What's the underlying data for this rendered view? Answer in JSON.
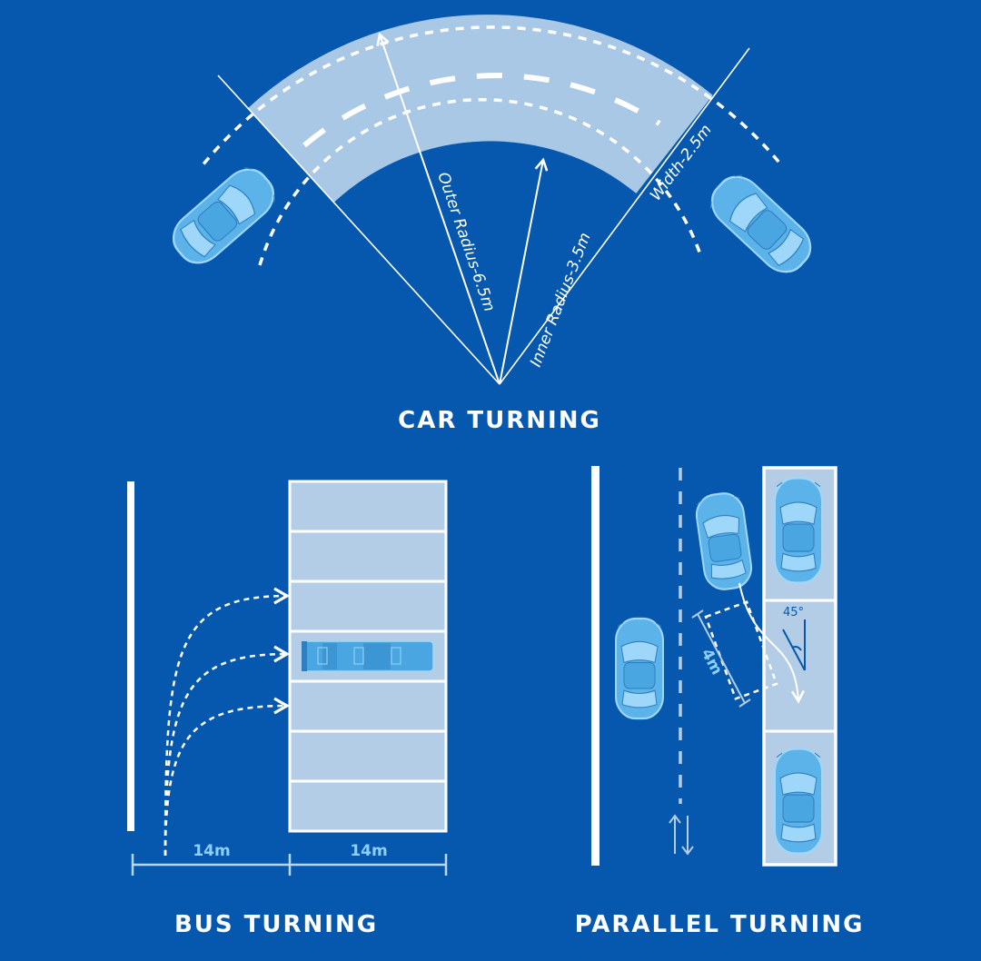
{
  "sections": {
    "car_turning": {
      "title": "CAR TURNING",
      "outer_radius_label": "Outer Radius-6.5m",
      "inner_radius_label": "Inner Radius-3.5m",
      "width_label": "Width-2.5m"
    },
    "bus_turning": {
      "title": "BUS TURNING",
      "dim_left": "14m",
      "dim_right": "14m"
    },
    "parallel_turning": {
      "title": "PARALLEL TURNING",
      "length_label": "4m",
      "angle_label": "45°"
    }
  },
  "colors": {
    "background": "#0558ae",
    "road_fill": "#a9c8e6",
    "car_body": "#5bb3ea",
    "car_light": "#9fd7fb",
    "line": "#ffffff"
  }
}
